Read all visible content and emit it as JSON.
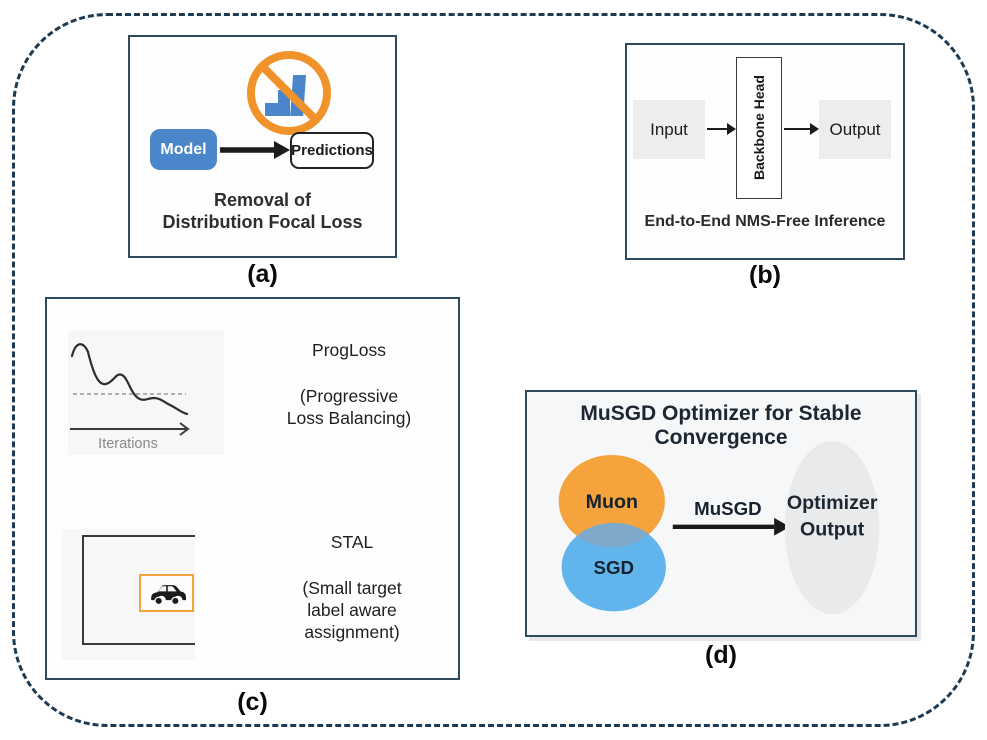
{
  "figure": {
    "panels": {
      "a": {
        "label": "(a)",
        "icon": "no-distribution-histogram-icon",
        "model_label": "Model",
        "predictions_label": "Predictions",
        "caption_line1": "Removal of",
        "caption_line2": "Distribution Focal Loss"
      },
      "b": {
        "label": "(b)",
        "input_label": "Input",
        "backbone_label": "Backbone Head",
        "output_label": "Output",
        "caption": "End-to-End NMS-Free Inference"
      },
      "c": {
        "label": "(c)",
        "chart_xlabel": "Iterations",
        "chart_icon": "decreasing-loss-curve-icon",
        "car_icon": "car-icon",
        "progloss_title": "ProgLoss",
        "progloss_sub_line1": "(Progressive",
        "progloss_sub_line2": "Loss Balancing)",
        "stal_title": "STAL",
        "stal_sub_line1": "(Small target",
        "stal_sub_line2": "label aware",
        "stal_sub_line3": "assignment)"
      },
      "d": {
        "label": "(d)",
        "title": "MuSGD Optimizer for Stable Convergence",
        "venn_top_label": "Muon",
        "venn_bottom_label": "SGD",
        "arrow_label": "MuSGD",
        "output_line1": "Optimizer",
        "output_line2": "Output"
      }
    },
    "colors": {
      "outer_dashed_border": "#1d3a52",
      "panel_border": "#2e4a5c",
      "model_box_blue": "#4a86c9",
      "prohibition_orange": "#f0932b",
      "histogram_blue": "#4a86c9",
      "annotation_box_orange": "#f2a33c",
      "venn_orange": "#f5a33c",
      "venn_blue": "#62b5ec",
      "venn_overlap": "#7fa9cb",
      "output_ellipse_gray": "#e8eaec",
      "io_box_gray": "#ededee"
    }
  }
}
